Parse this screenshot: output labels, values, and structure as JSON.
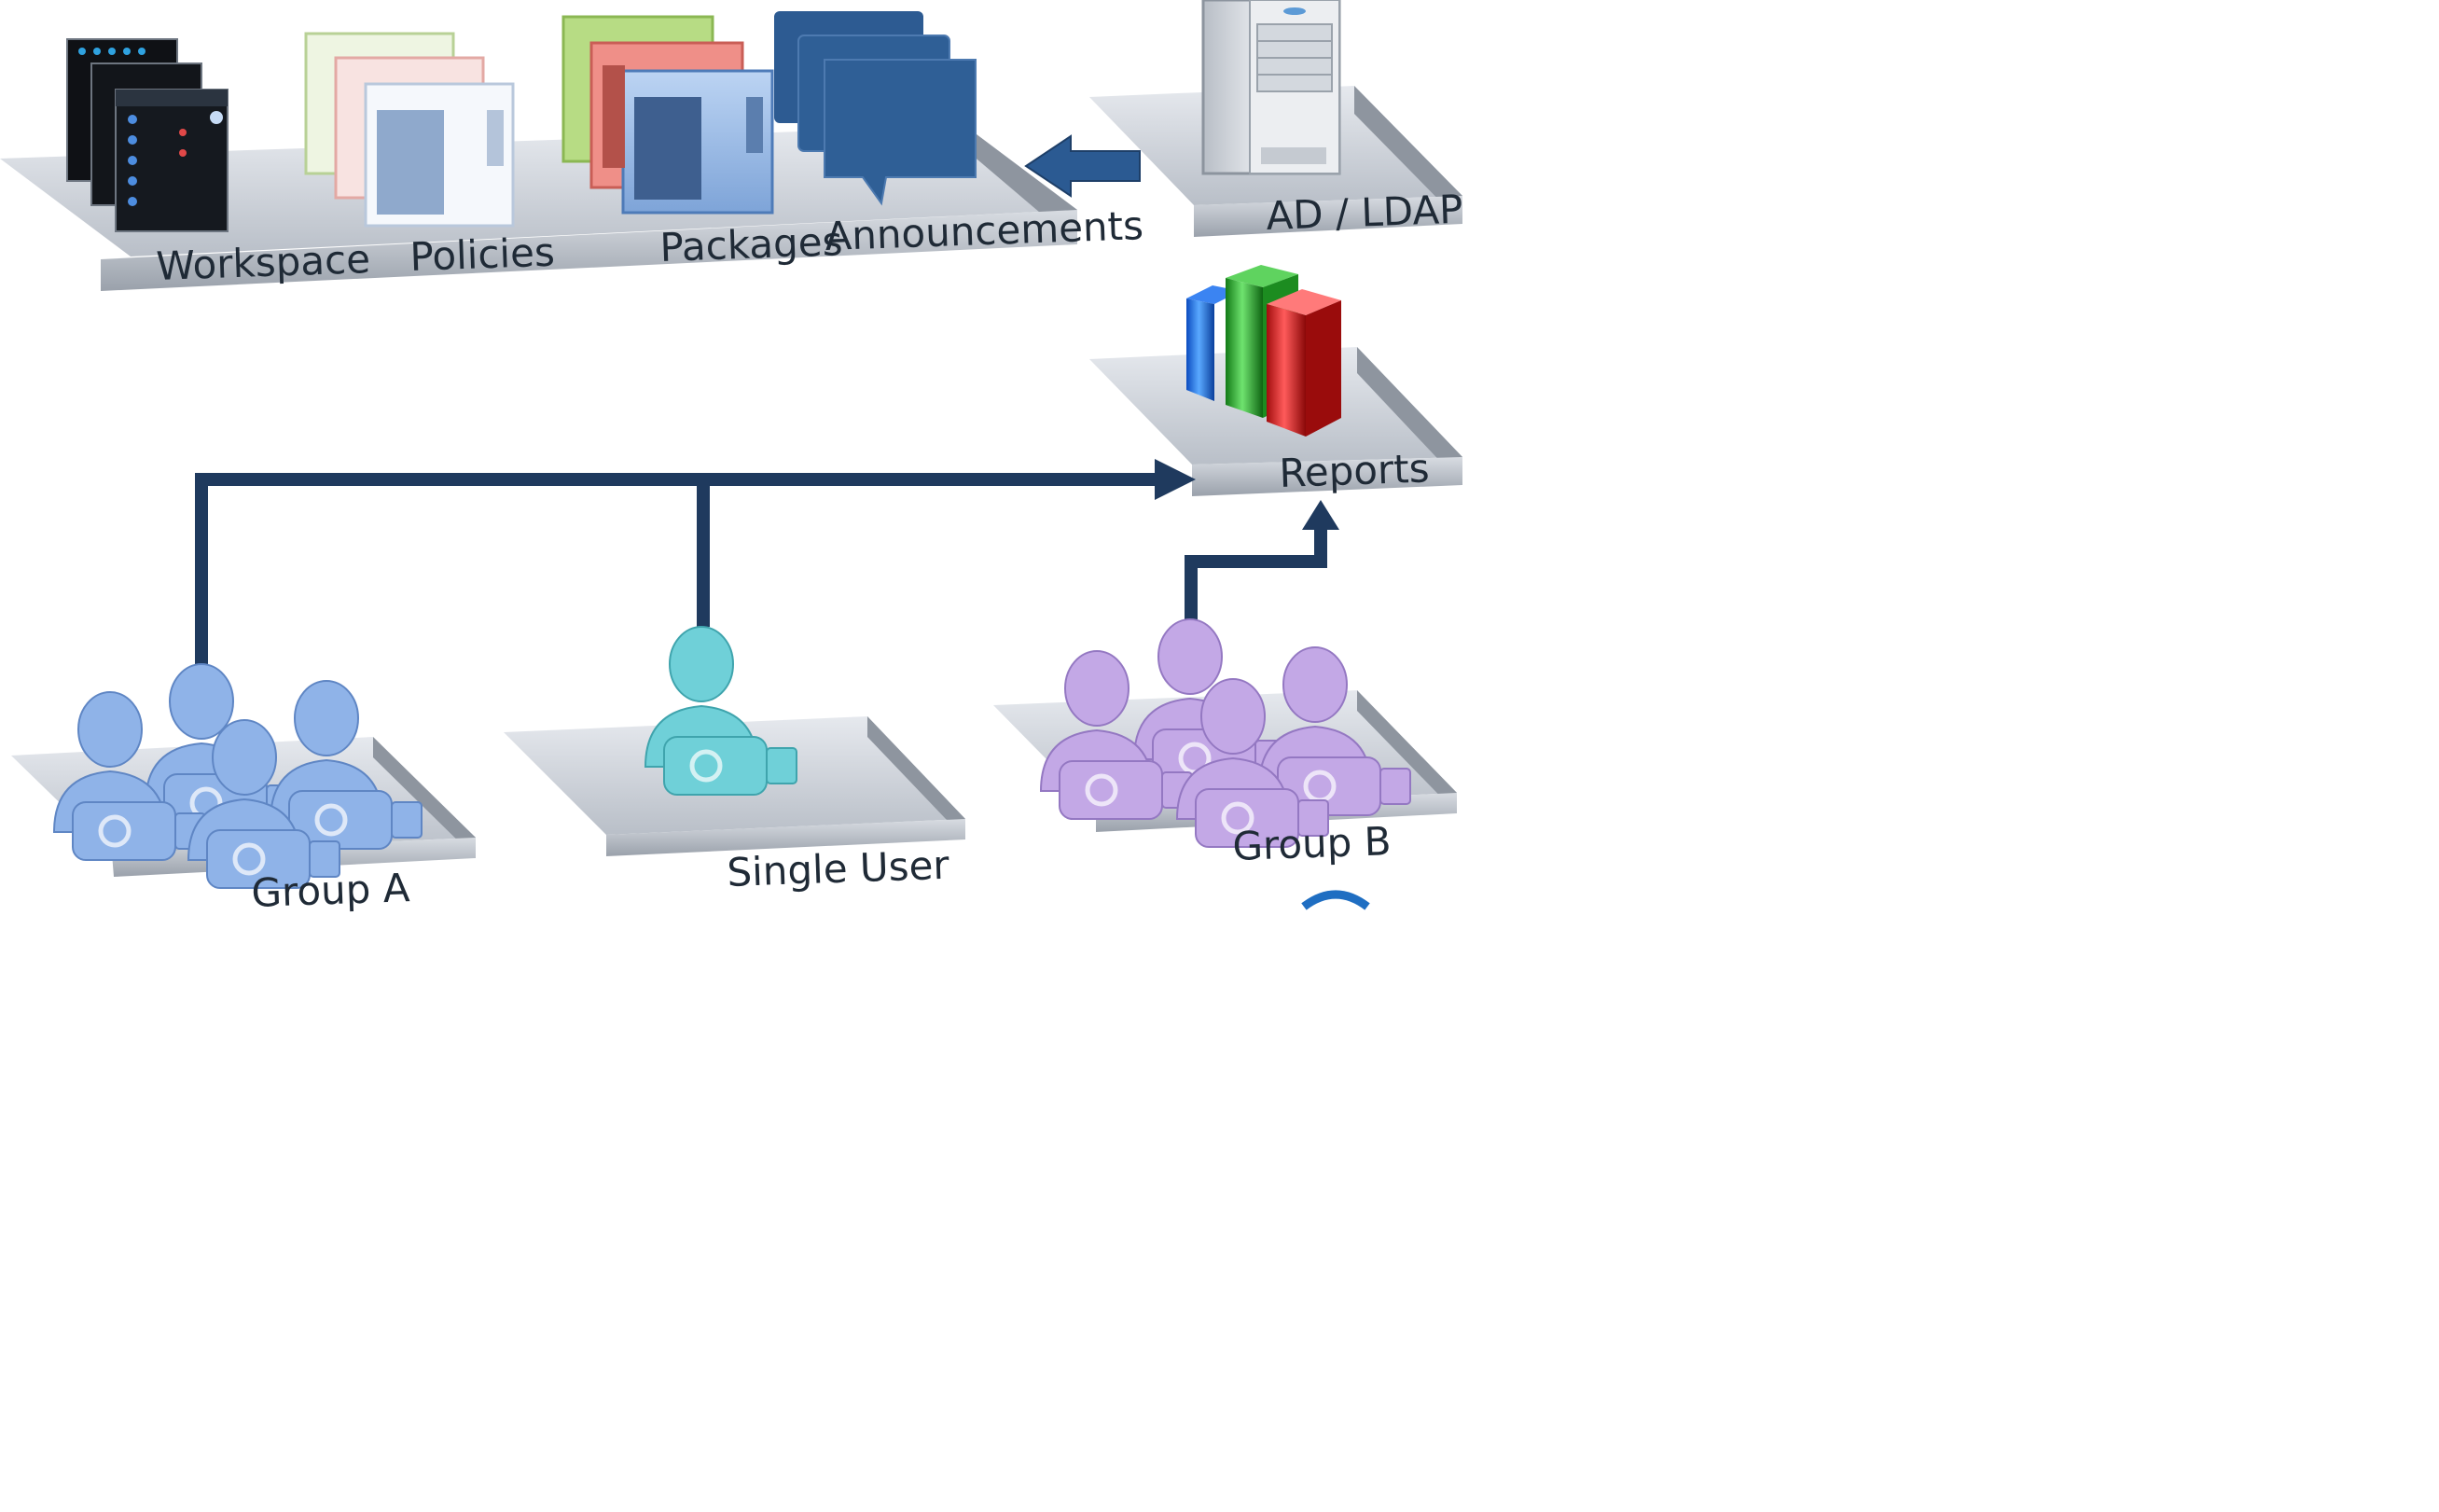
{
  "labels": {
    "workspace": "Workspace",
    "policies": "Policies",
    "packages": "Packages",
    "announcements": "Announcements",
    "ad_ldap": "AD / LDAP",
    "reports": "Reports",
    "group_a": "Group A",
    "single_user": "Single User",
    "group_b": "Group B"
  },
  "icons": {
    "server": "server-icon",
    "bar_chart": "bar-chart-icon",
    "user_usb": "user-with-usb-drive-icon",
    "speech_bubble": "speech-bubble-icon",
    "window": "application-window-icon"
  },
  "colors": {
    "arrow": "#1f3a5e",
    "group_a_users": "#8fb3e8",
    "single_user": "#6fd0d8",
    "group_b_users": "#c3a8e6",
    "announcement_blue": "#2f5f96",
    "platform": "#c9ced6"
  }
}
